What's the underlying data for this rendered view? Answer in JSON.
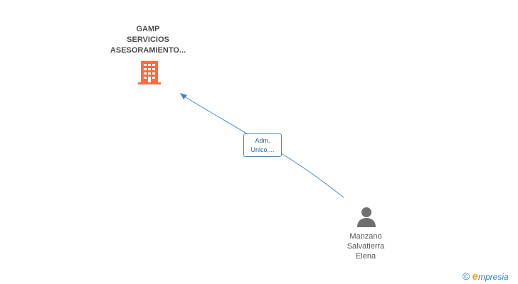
{
  "company": {
    "name_lines": [
      "GAMP",
      "SERVICIOS",
      "ASESORAMIENTO..."
    ],
    "icon": "building-icon",
    "color": "#ff6b3d"
  },
  "relation": {
    "role_lines": [
      "Adm.",
      "Unico,..."
    ],
    "color": "#3f86cf"
  },
  "person": {
    "name_lines": [
      "Manzano",
      "Salvatierra",
      "Elena"
    ],
    "icon": "person-icon",
    "color": "#6f6f6f"
  },
  "brand": {
    "copyright_symbol": "©",
    "e_letter": "e",
    "rest": "mpresia"
  }
}
